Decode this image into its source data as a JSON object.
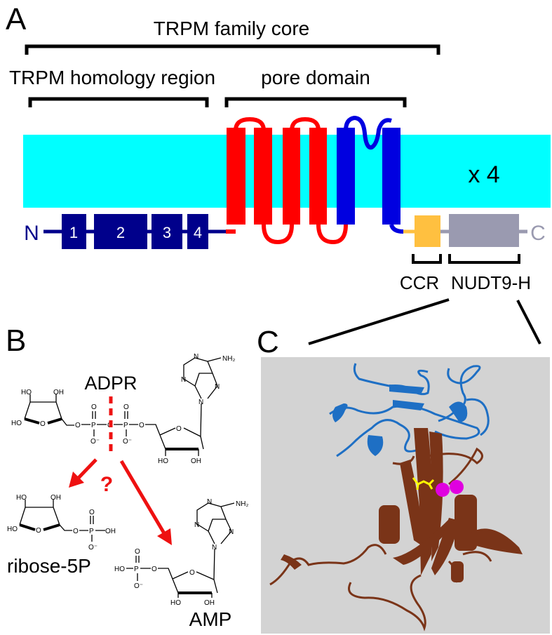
{
  "panels": {
    "a": "A",
    "b": "B",
    "c": "C"
  },
  "panel_a": {
    "core_label": "TRPM family core",
    "homology_label": "TRPM homology region",
    "pore_label": "pore domain",
    "stoichiometry": "x 4",
    "n_term": "N",
    "c_term": "C",
    "mhr_boxes": [
      "1",
      "2",
      "3",
      "4"
    ],
    "ccr_label": "CCR",
    "nudt9_label": "NUDT9-H"
  },
  "panel_b": {
    "substrate": "ADPR",
    "question": "?",
    "product1": "ribose-5P",
    "product2": "AMP",
    "atoms": {
      "ho": "HO",
      "oh": "OH",
      "o": "O",
      "p": "P",
      "o_minus": "O⁻",
      "n": "N",
      "nh2": "NH₂"
    }
  },
  "colors": {
    "membrane": "#00FFFF",
    "mhr": "#00008B",
    "pore_red": "#FF0000",
    "pore_blue": "#0000E0",
    "ccr": "#FFC040",
    "nudt9": "#9A9AB0",
    "protein_blue": "#1E6FC4",
    "protein_brown": "#7A3418",
    "ligand": "#FFFF00",
    "ion": "#E000E0",
    "panel_bg": "#D3D3D3"
  }
}
